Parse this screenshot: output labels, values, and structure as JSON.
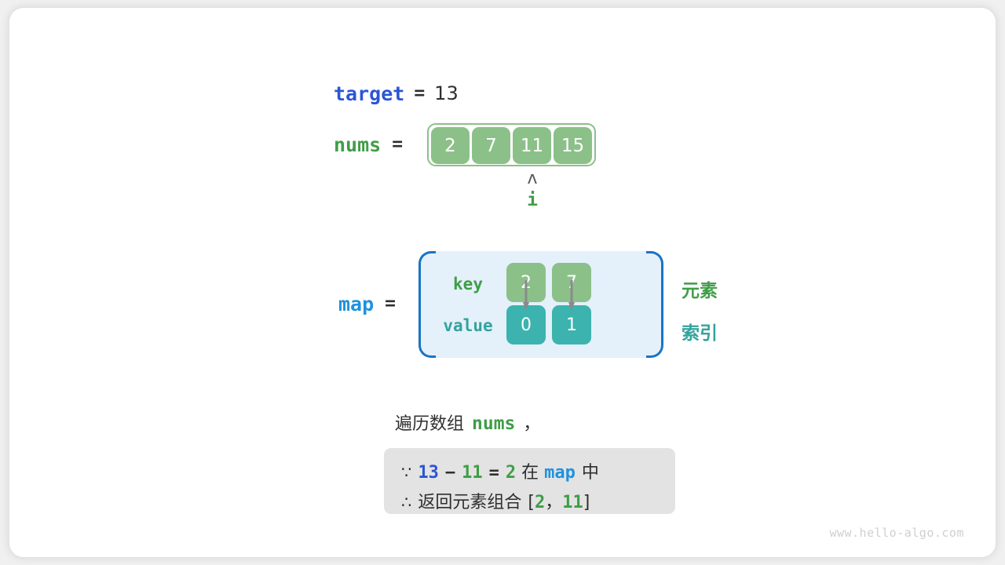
{
  "variables": {
    "target": {
      "name": "target",
      "equals": "=",
      "value": "13"
    },
    "nums": {
      "name": "nums",
      "equals": "=",
      "cells": [
        "2",
        "7",
        "11",
        "15"
      ]
    },
    "map": {
      "name": "map",
      "equals": "="
    }
  },
  "pointer": {
    "caret": "ʌ",
    "label": "i",
    "index": 2
  },
  "hashmap": {
    "key_label": "key",
    "value_label": "value",
    "entries": [
      {
        "key": "2",
        "value": "0"
      },
      {
        "key": "7",
        "value": "1"
      }
    ]
  },
  "legend": {
    "elements": "元素",
    "index": "索引"
  },
  "narrative": {
    "prefix": "遍历数组",
    "token": "nums",
    "suffix": "，"
  },
  "conclusion": {
    "line1": {
      "symbol": "∵",
      "a": "13",
      "minus": "−",
      "b": "11",
      "equals": "=",
      "result": "2",
      "in_word": "在",
      "container": "map",
      "tail": "中"
    },
    "line2": {
      "symbol": "∴",
      "text": "返回元素组合",
      "bracket_open": "[",
      "first": "2",
      "comma": "，",
      "second": "11",
      "bracket_close": "]"
    }
  },
  "watermark": "www.hello-algo.com",
  "colors": {
    "blue": "#2b56d4",
    "light_blue": "#1f92de",
    "green": "#3f9e46",
    "teal": "#33a39e",
    "cell_green": "#8cc089",
    "cell_teal": "#3cb3ae",
    "map_bg": "#e4f0fa",
    "map_border": "#1a74c4",
    "box_gray": "#e3e3e3",
    "text_dark": "#2f2f2f",
    "arrow_gray": "#8a8a8a"
  }
}
